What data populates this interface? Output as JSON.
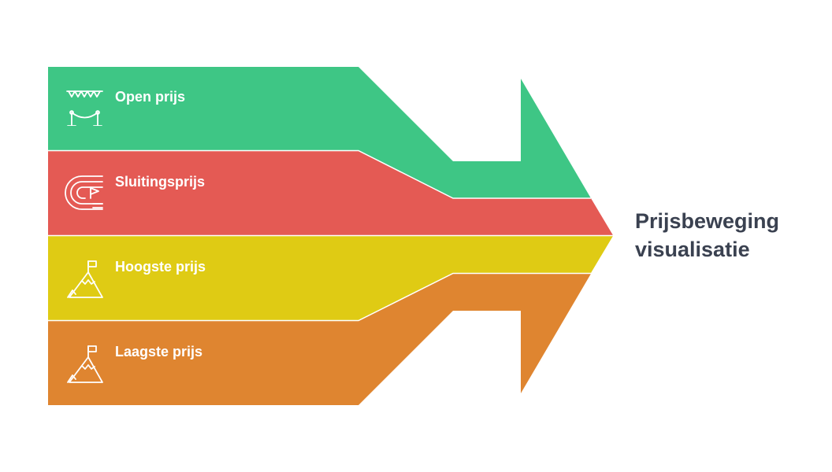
{
  "title": {
    "line1": "Prijsbeweging",
    "line2": "visualisatie"
  },
  "bands": [
    {
      "label": "Open prijs",
      "icon": "bunting-rope-icon",
      "color": "#3ec685"
    },
    {
      "label": "Sluitingsprijs",
      "icon": "finish-track-icon",
      "color": "#e45a54"
    },
    {
      "label": "Hoogste prijs",
      "icon": "mountain-flag-icon",
      "color": "#dfcb14"
    },
    {
      "label": "Laagste prijs",
      "icon": "mountain-flag-icon",
      "color": "#df8530"
    }
  ]
}
